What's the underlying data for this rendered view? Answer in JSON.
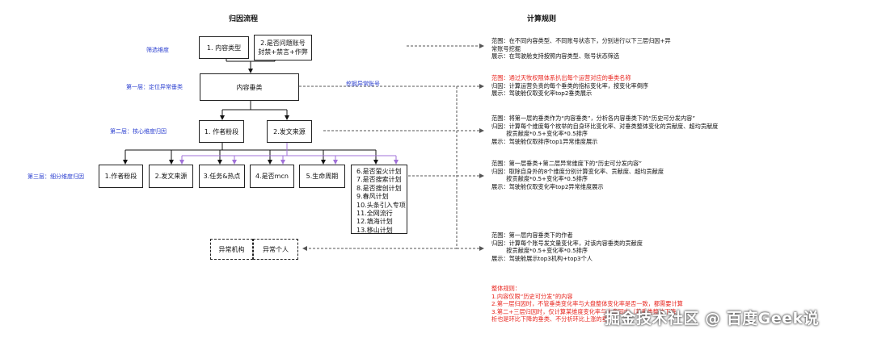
{
  "titles": {
    "left": "归因流程",
    "right": "计算规则"
  },
  "side_labels": {
    "filter": "筛选维度",
    "layer1": "第一层：定位异常垂类",
    "layer2": "第二层：核心维度归因",
    "layer3": "第三层：细分维度归因",
    "mining": "挖掘异常账号"
  },
  "boxes": {
    "content_type": "1. 内容类型",
    "account_q1": "2.是否问题账号",
    "account_q2": "封禁+禁言+作弊",
    "vertical": "内容垂类",
    "author_fans": "1. 作者粉段",
    "publish_source": "2.发文来源",
    "l3_author": "1.作者粉段",
    "l3_publish": "2.发文来源",
    "l3_task": "3.任务&热点",
    "l3_mcn": "4.是否mcn",
    "l3_lifecycle": "5.生命周期",
    "plans": [
      "6.是否萤火计划",
      "7.是否搜索计划",
      "8.是否搜创计划",
      "9.春风计划",
      "10.头条引入专项",
      "11.全网流行",
      "12.填海计划",
      "13.移山计划"
    ],
    "abnormal_org": "异常机构",
    "abnormal_person": "异常个人"
  },
  "rules": {
    "r1": [
      "范围：在不同内容类型、不同账号状态下，分别进行以下三层归因+异",
      "常账号挖掘",
      "展示：在驾驶舱支持按照内容类型、账号状态筛选"
    ],
    "r2_red": "范围：通过天牧权限体系扒出每个运营对应的垂类名称",
    "r2": [
      "归因：计算运营负责的每个垂类的指标变化率，按变化率倒序",
      "展示：驾驶舱仅取变化率top2垂类展示"
    ],
    "r3": [
      "范围：将第一层的垂类作为“内容垂类”，分析各内容垂类下的“历史可分发内容”",
      "归因：计算每个维度每个枚举的自身环比变化率、对垂类整体变化的贡献度、超均贡献度",
      "        按贡献度*0.5+变化率*0.5排序",
      "展示：驾驶舱仅取排序top1异常维度展示"
    ],
    "r4": [
      "范围：第一层垂类+第二层异常维度下的“历史可分发内容”",
      "归因：取除自身外的8个维度分别计算变化率、贡献度、超均贡献度",
      "        按贡献度*0.5+变化率*0.5排序",
      "展示：驾驶舱仅取变化率top2异常维度展示"
    ],
    "r5": [
      "范围：第一层内容垂类下的作者",
      "归因：计算每个账号发文量变化率，对该内容垂类的贡献度",
      "        按贡献度*0.5+变化率*0.5排序",
      "展示：驾驶舱展示top3机构+top3个人"
    ],
    "overall": [
      "整体规则：",
      "1.内容仅限“历史可分发”的内容",
      "2.第一层归因时，不管垂类变化率与大盘整体变化率是否一致，都需要计算",
      "3.第二+三层归因时，仅计算某维度变化率与大盘同向（若垂类整体下降，",
      "析也是环比下降的垂类、不分析环比上涨的垂类）"
    ]
  },
  "watermark": "掘金技术社区 @ 百度Geek说"
}
